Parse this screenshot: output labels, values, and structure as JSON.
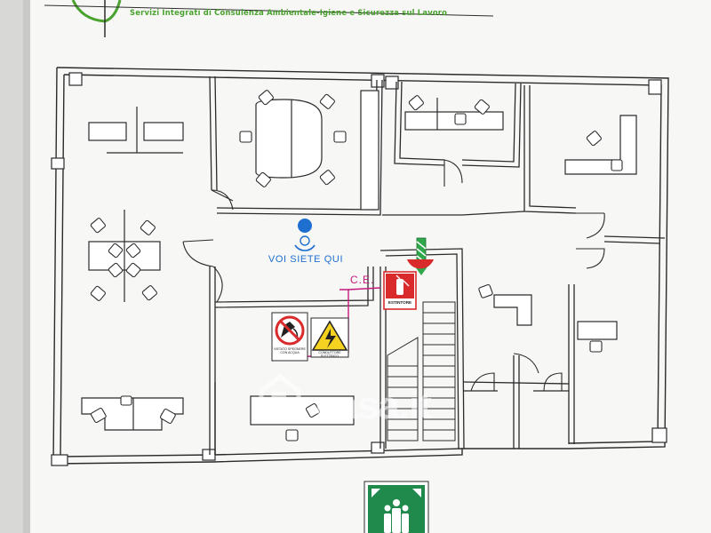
{
  "header": {
    "company_tagline": "Servizi Integrati di Consulenza Ambientale-Igiene e Sicurezza sul Lavoro"
  },
  "plan": {
    "you_are_here": "VOI SIETE QUI",
    "electrical_panel": "C.E.",
    "extinguisher_label": "ESTINTORE",
    "no_water_label": "VIETATO SPEGNERE CON ACQUA",
    "voltage_label": "CONDUTTORE ELETTRICO"
  },
  "watermark": "casa.it",
  "colors": {
    "brand_green": "#4aa22f",
    "you_are_here_blue": "#1f6fd1",
    "panel_magenta": "#c4197c",
    "fire_red": "#d92b2b",
    "warning_yellow": "#f4d21f",
    "exit_green": "#1f8a4c"
  }
}
